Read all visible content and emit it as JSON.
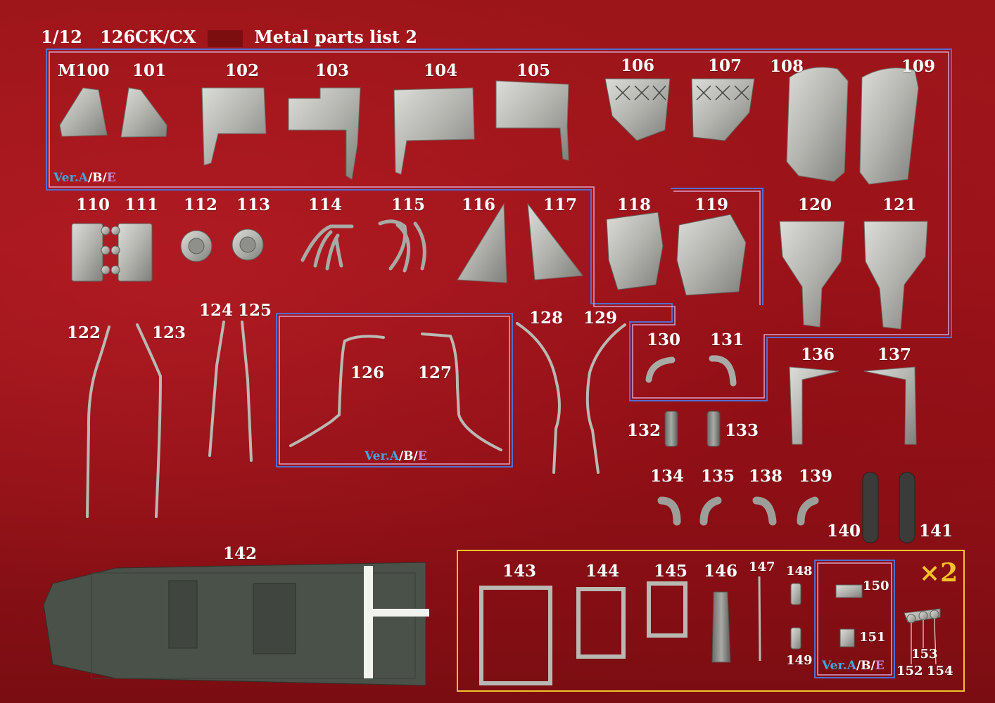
{
  "header": {
    "scale": "1/12",
    "model": "126CK/CX",
    "title": "Metal parts list 2"
  },
  "version_note": {
    "a": "Ver.A",
    "sep1": "/",
    "b": "B",
    "sep2": "/",
    "e": "E"
  },
  "multiplier": "×2",
  "part_labels": [
    "M100",
    "101",
    "102",
    "103",
    "104",
    "105",
    "106",
    "107",
    "108",
    "109",
    "110",
    "111",
    "112",
    "113",
    "114",
    "115",
    "116",
    "117",
    "118",
    "119",
    "120",
    "121",
    "122",
    "123",
    "124",
    "125",
    "126",
    "127",
    "128",
    "129",
    "130",
    "131",
    "132",
    "133",
    "134",
    "135",
    "138",
    "139",
    "140",
    "141",
    "142",
    "143",
    "144",
    "145",
    "146",
    "147",
    "148",
    "149",
    "150",
    "151",
    "152",
    "153",
    "154",
    "136",
    "137"
  ],
  "colors": {
    "background": "#9c1519",
    "frame_blue": "#4f6fd0",
    "frame_pink": "#d7a0c8",
    "frame_yellow": "#f3c22b",
    "metal": "#b9b9b4",
    "chassis": "#4a5149"
  }
}
